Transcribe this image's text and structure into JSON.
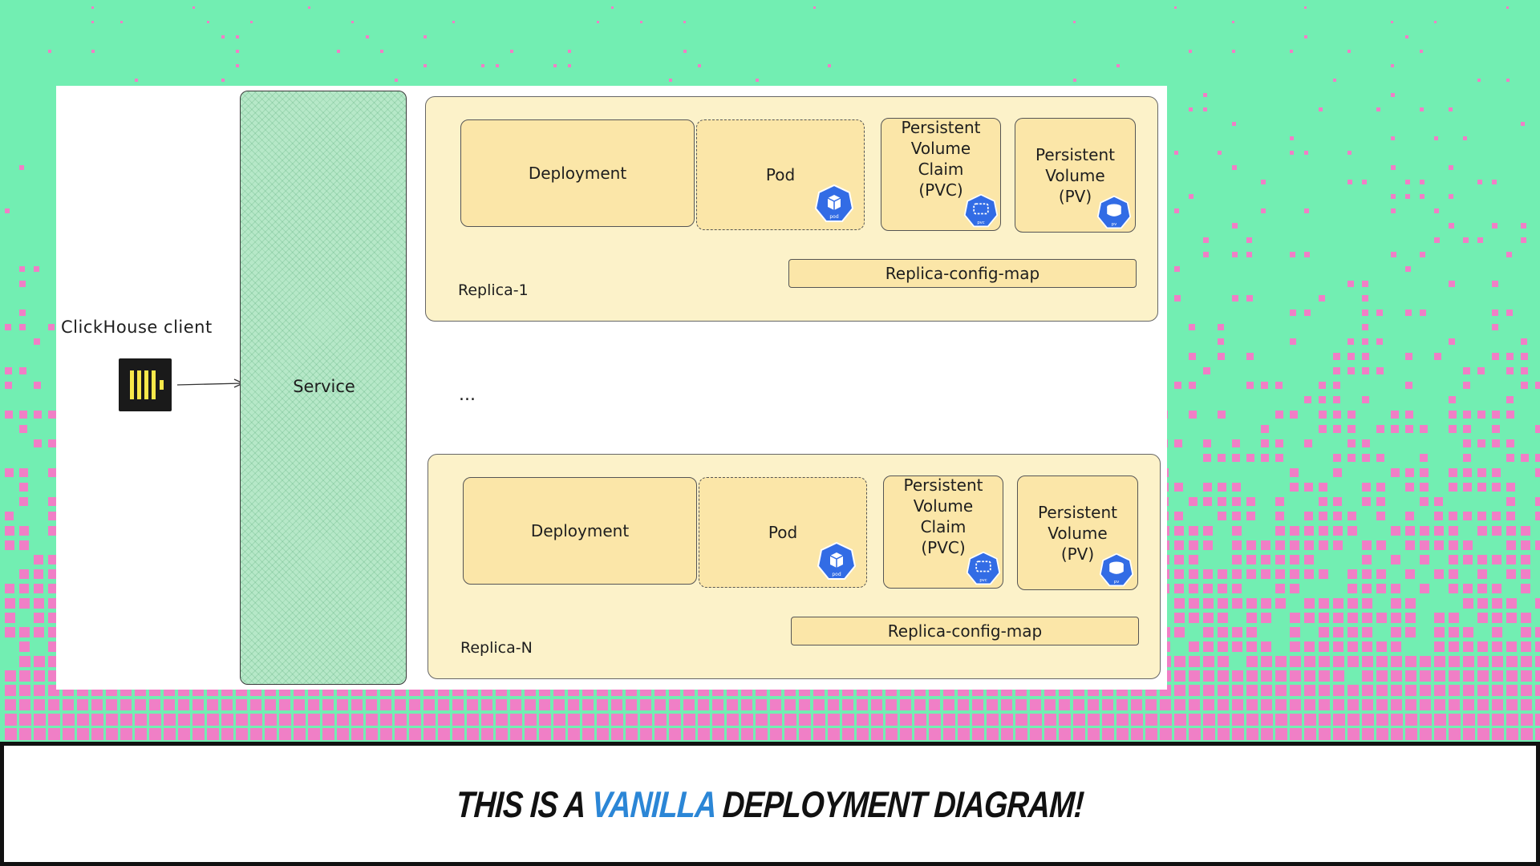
{
  "client": {
    "label": "ClickHouse client",
    "logo_icon": "clickhouse-logo-icon"
  },
  "service": {
    "label": "Service"
  },
  "ellipsis": "...",
  "replicas": [
    {
      "label": "Replica-1",
      "deployment": "Deployment",
      "pod": "Pod",
      "pvc": [
        "Persistent",
        "Volume",
        "Claim",
        "(PVC)"
      ],
      "pv": [
        "Persistent",
        "Volume",
        "(PV)"
      ],
      "config_map": "Replica-config-map",
      "pod_icon_text": "pod",
      "pvc_icon_text": "pvc",
      "pv_icon_text": "pv"
    },
    {
      "label": "Replica-N",
      "deployment": "Deployment",
      "pod": "Pod",
      "pvc": [
        "Persistent",
        "Volume",
        "Claim",
        "(PVC)"
      ],
      "pv": [
        "Persistent",
        "Volume",
        "(PV)"
      ],
      "config_map": "Replica-config-map",
      "pod_icon_text": "pod",
      "pvc_icon_text": "pvc",
      "pv_icon_text": "pv"
    }
  ],
  "caption": {
    "before": "THIS IS A ",
    "accent": "VANILLA",
    "after": " DEPLOYMENT DIAGRAM!"
  },
  "colors": {
    "background_green": "#72eeb2",
    "pixel_pink": "#f07fc6",
    "service_green": "#b6e8c8",
    "replica_fill": "#fcf2c9",
    "box_fill": "#fbe6a8",
    "k8s_blue": "#326ce5",
    "caption_accent": "#2b86d6"
  }
}
